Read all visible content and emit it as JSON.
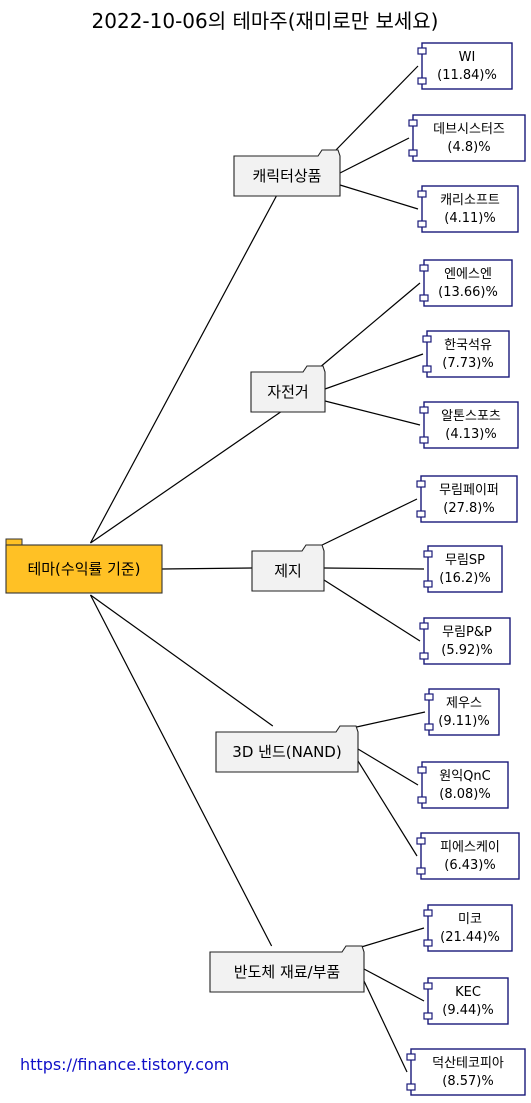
{
  "title": "2022-10-06의 테마주(재미로만 보세요)",
  "root": {
    "label": "테마(수익률 기준)",
    "color": "#FFC125"
  },
  "url": "https://finance.tistory.com",
  "colors": {
    "folder_fill": "#f2f2f2",
    "component_border": "#1a1a7a",
    "url_color": "#1010c8"
  },
  "themes": [
    {
      "name": "캐릭터상품",
      "stocks": [
        {
          "name": "WI",
          "pct": "(11.84)%"
        },
        {
          "name": "데브시스터즈",
          "pct": "(4.8)%"
        },
        {
          "name": "캐리소프트",
          "pct": "(4.11)%"
        }
      ]
    },
    {
      "name": "자전거",
      "stocks": [
        {
          "name": "엔에스엔",
          "pct": "(13.66)%"
        },
        {
          "name": "한국석유",
          "pct": "(7.73)%"
        },
        {
          "name": "알톤스포츠",
          "pct": "(4.13)%"
        }
      ]
    },
    {
      "name": "제지",
      "stocks": [
        {
          "name": "무림페이퍼",
          "pct": "(27.8)%"
        },
        {
          "name": "무림SP",
          "pct": "(16.2)%"
        },
        {
          "name": "무림P&P",
          "pct": "(5.92)%"
        }
      ]
    },
    {
      "name": "3D 낸드(NAND)",
      "stocks": [
        {
          "name": "제우스",
          "pct": "(9.11)%"
        },
        {
          "name": "원익QnC",
          "pct": "(8.08)%"
        },
        {
          "name": "피에스케이",
          "pct": "(6.43)%"
        }
      ]
    },
    {
      "name": "반도체 재료/부품",
      "stocks": [
        {
          "name": "미코",
          "pct": "(21.44)%"
        },
        {
          "name": "KEC",
          "pct": "(9.44)%"
        },
        {
          "name": "덕산테코피아",
          "pct": "(8.57)%"
        }
      ]
    }
  ]
}
